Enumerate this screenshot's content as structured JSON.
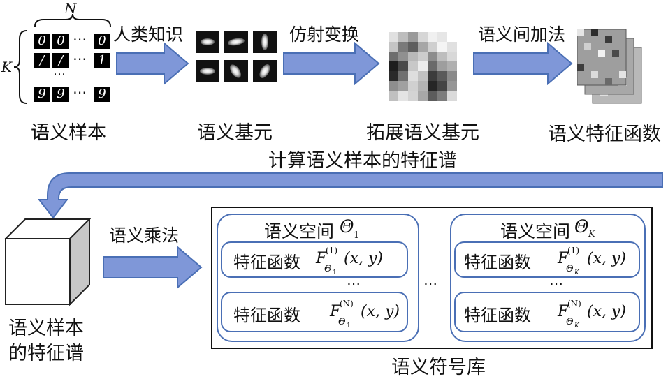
{
  "labels": {
    "N": "N",
    "K": "K",
    "human_knowledge": "人类知识",
    "affine": "仿射变换",
    "semantic_add": "语义间加法",
    "semantic_samples": "语义样本",
    "semantic_primitives": "语义基元",
    "extended_primitives": "拓展语义基元",
    "feature_functions": "语义特征函数",
    "compute_spectrum": "计算语义样本的特征谱",
    "semantic_mult": "语义乘法",
    "sample_spectrum_line1": "语义样本",
    "sample_spectrum_line2": "的特征谱",
    "symbol_library": "语义符号库"
  },
  "digits": [
    [
      "0",
      "0",
      "0"
    ],
    [
      "/",
      "/",
      "1"
    ],
    [
      "9",
      "9",
      "9"
    ]
  ],
  "ellipsis": "⋯",
  "vdots": "⋮",
  "space1": {
    "title": "语义空间",
    "theta": "Θ",
    "theta_sub": "1",
    "func_label": "特征函数",
    "F": "F",
    "sup_top": "(1)",
    "sup_bottom": "(N)",
    "args": "(x, y)",
    "sub": "Θ",
    "sub_sub": "1"
  },
  "space2": {
    "title": "语义空间",
    "theta": "Θ",
    "theta_sub": "K",
    "func_label": "特征函数",
    "F": "F",
    "sup_top": "(1)",
    "sup_bottom": "(N)",
    "args": "(x, y)",
    "sub": "Θ",
    "sub_sub": "K"
  },
  "colors": {
    "arrow_fill": "#7f97d8",
    "arrow_stroke": "#4a6fb5",
    "border_blue": "#4a6fb5",
    "cube_side": "#c8c8c8"
  }
}
